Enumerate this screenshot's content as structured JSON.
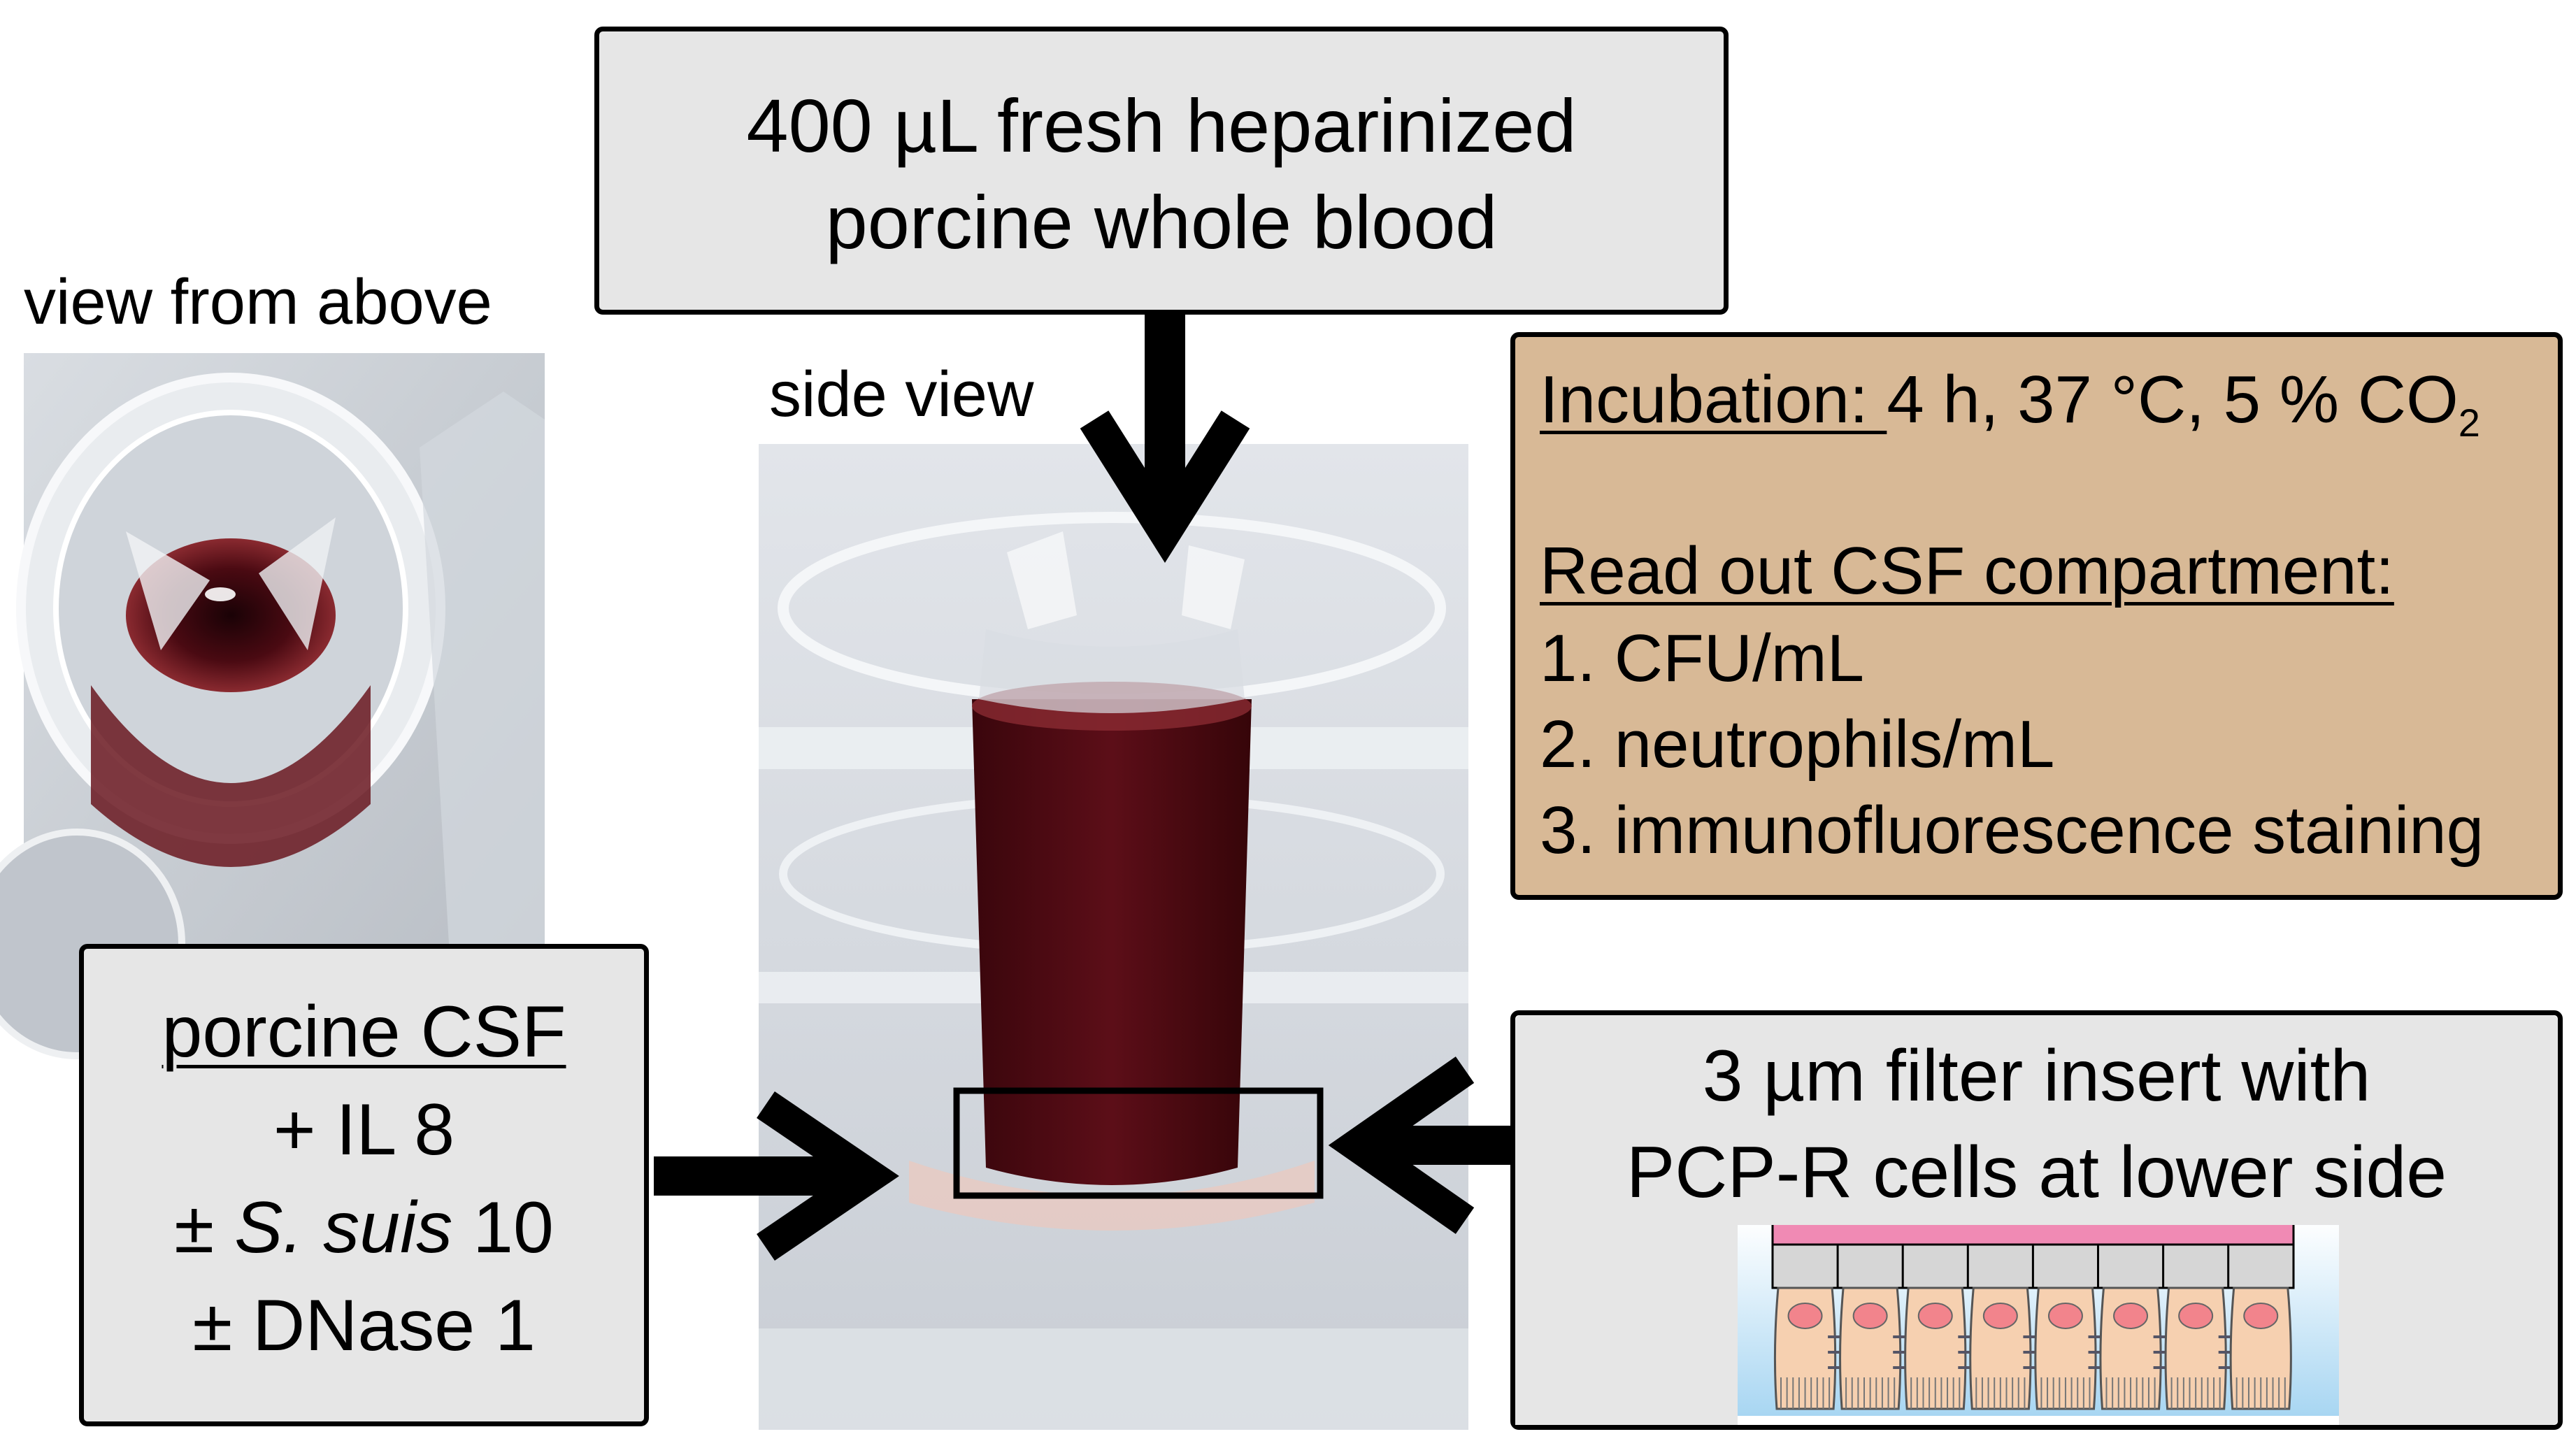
{
  "blood_box": {
    "line1": "400 µL fresh heparinized",
    "line2": "porcine whole blood"
  },
  "view_from_above_label": "view from above",
  "side_view_label": "side view",
  "incubation_box": {
    "incubation_label": "Incubation: ",
    "incubation_conditions": "4 h, 37 °C, 5 % CO",
    "co2_subscript": "2",
    "readout_title": "Read out CSF compartment:",
    "items": [
      "1. CFU/mL",
      "2. neutrophils/mL",
      "3. immunofluorescence staining"
    ]
  },
  "csf_box": {
    "title": "porcine CSF",
    "line1": "+ IL 8",
    "line2_prefix": "± ",
    "line2_italic": "S. suis",
    "line2_suffix": " 10",
    "line3": "± DNase 1"
  },
  "filter_box": {
    "line1": "3 µm filter insert with",
    "line2": "PCP-R cells at lower side"
  },
  "colors": {
    "box_fill": "#e6e6e6",
    "incubation_fill": "#d8b996",
    "blood": "#5a1018",
    "membrane_pink": "#f08ab4",
    "cell_fill": "#f6d0b0",
    "nucleus": "#f2848c"
  }
}
